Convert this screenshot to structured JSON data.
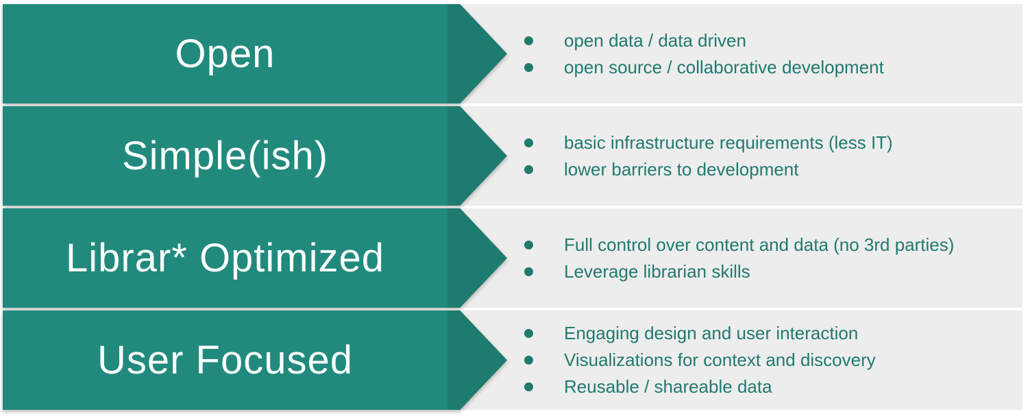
{
  "slide": {
    "background_color": "#ffffff",
    "panel_color": "#ededed",
    "arrow_body_color": "#218a7d",
    "arrow_head_color": "#1d7b6f",
    "title_text_color": "#fbfefd",
    "bullet_text_color": "#217a6e",
    "rows": [
      {
        "title": "Open",
        "bullets": [
          "open data / data driven",
          "open source / collaborative development"
        ]
      },
      {
        "title": "Simple(ish)",
        "bullets": [
          "basic infrastructure requirements (less IT)",
          "lower barriers to development"
        ]
      },
      {
        "title": "Librar* Optimized",
        "bullets": [
          "Full control over content and data (no 3rd parties)",
          "Leverage librarian skills"
        ]
      },
      {
        "title": "User Focused",
        "bullets": [
          "Engaging design and user interaction",
          "Visualizations for context and discovery",
          "Reusable / shareable data"
        ]
      }
    ]
  }
}
